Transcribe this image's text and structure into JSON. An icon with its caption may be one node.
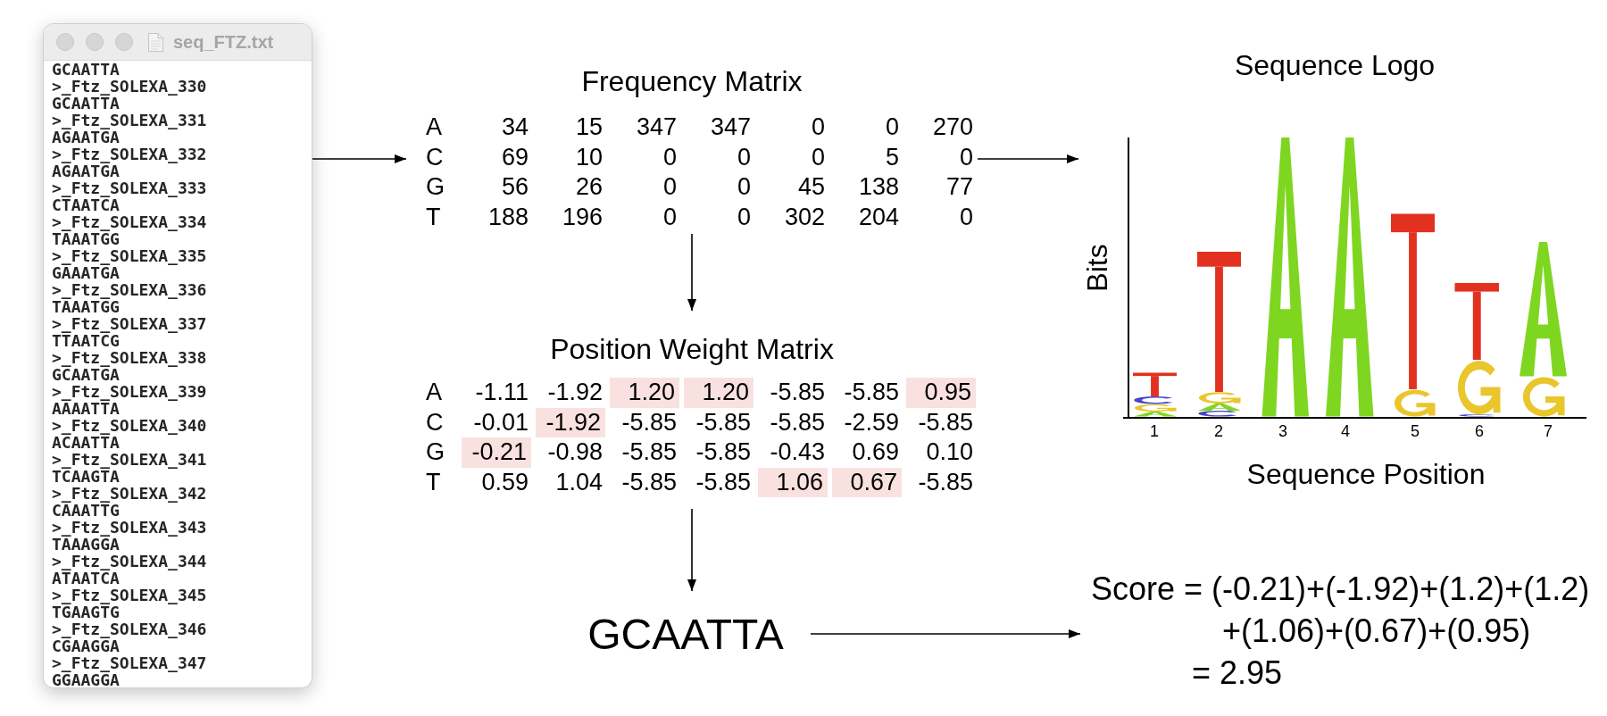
{
  "diagram": {
    "nodes": [
      {
        "text": [
          "seq_FTZ.txt",
          "GCAATTA",
          ">_Ftz_SOLEXA_330",
          "GCAATTA",
          ">_Ftz_SOLEXA_331",
          "AGAATGA",
          ">_Ftz_SOLEXA_332",
          "AGAATGA",
          ">_Ftz_SOLEXA_333",
          "CTAATCA",
          ">_Ftz_SOLEXA_334",
          "TAAATGG",
          ">_Ftz_SOLEXA_335",
          "GAAATGA",
          ">_Ftz_SOLEXA_336",
          "TAAATGG",
          ">_Ftz_SOLEXA_337",
          "TTAATCG",
          ">_Ftz_SOLEXA_338",
          "GCAATGA",
          ">_Ftz_SOLEXA_339",
          "AAAATTA",
          ">_Ftz_SOLEXA_340",
          "ACAATTA",
          ">_Ftz_SOLEXA_341",
          "TCAAGTA",
          ">_Ftz_SOLEXA_342",
          "CAAATTG",
          ">_Ftz_SOLEXA_343",
          "TAAAGGA",
          ">_Ftz_SOLEXA_344",
          "ATAATCA",
          ">_Ftz_SOLEXA_345",
          "TGAAGTG",
          ">_Ftz_SOLEXA_346",
          "CGAAGGA",
          ">_Ftz_SOLEXA_347",
          "GGAAGGA"
        ]
      },
      {
        "text": [
          "Frequency Matrix",
          "A",
          "34",
          "15",
          "347",
          "347",
          "0",
          "0",
          "270",
          "C",
          "69",
          "10",
          "0",
          "0",
          "0",
          "5",
          "0",
          "G",
          "56",
          "26",
          "0",
          "0",
          "45",
          "138",
          "77",
          "T",
          "188",
          "196",
          "0",
          "0",
          "302",
          "204",
          "0"
        ]
      },
      {
        "text": [
          "Sequence Logo",
          "Bits",
          "1",
          "2",
          "3",
          "4",
          "5",
          "6",
          "7",
          "Sequence Position"
        ]
      },
      {
        "text": [
          "Position Weight Matrix",
          "A",
          "-1.11",
          "-1.92",
          "-5.85",
          "-5.85",
          "C",
          "-0.01",
          "-5.85",
          "-5.85",
          "-5.85",
          "-2.59",
          "-5.85",
          "G",
          "-0.98",
          "-5.85",
          "-5.85",
          "-0.43",
          "0.69",
          "0.10",
          "T",
          "0.59",
          "1.04",
          "-5.85",
          "-5.85",
          "-5.85"
        ]
      },
      {
        "text": [
          "1.20"
        ],
        "in": 3
      },
      {
        "text": [
          "1.20"
        ],
        "in": 3
      },
      {
        "text": [
          "0.95"
        ],
        "in": 3
      },
      {
        "text": [
          "-1.92"
        ],
        "in": 3
      },
      {
        "text": [
          "-0.21"
        ],
        "in": 3
      },
      {
        "text": [
          "1.06"
        ],
        "in": 3
      },
      {
        "text": [
          "0.67"
        ],
        "in": 3
      },
      {
        "text": [
          "GCAATTA"
        ]
      },
      {
        "text": [
          "Score = (-0.21)+(-1.92)+(1.2)+(1.2)",
          "+(1.06)+(0.67)+(0.95)",
          "= 2.95"
        ]
      }
    ],
    "edges": [
      {
        "from": 0,
        "to": 1,
        "arrow": "to"
      },
      {
        "from": 1,
        "to": 2,
        "arrow": "to"
      },
      {
        "from": 1,
        "to": 3,
        "arrow": "to"
      },
      {
        "from": 3,
        "to": 11,
        "arrow": "to"
      },
      {
        "from": 11,
        "to": 12,
        "arrow": "to"
      }
    ]
  }
}
